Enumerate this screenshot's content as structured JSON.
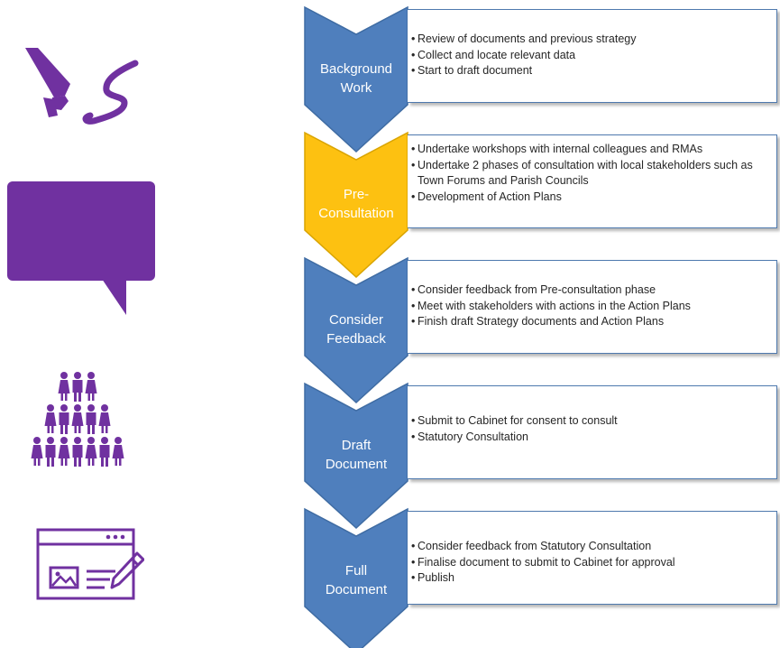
{
  "colors": {
    "chevron_blue": "#4f7fbd",
    "chevron_border": "#3f6ca3",
    "chevron_active": "#fdc111",
    "icon_purple": "#7031a0",
    "box_border": "#4e79ae"
  },
  "icons": [
    "pen-writing-icon",
    "speech-bubble-icon",
    "people-group-icon",
    "webpage-edit-icon"
  ],
  "stages": [
    {
      "label_lines": [
        "Background",
        "Work"
      ],
      "active": false,
      "items": [
        "Review of documents and previous strategy",
        "Collect and locate relevant data",
        "Start to draft document"
      ]
    },
    {
      "label_lines": [
        "Pre-",
        "Consultation"
      ],
      "active": true,
      "items": [
        "Undertake workshops with internal colleagues and RMAs",
        "Undertake 2 phases of consultation with local stakeholders such as Town Forums and Parish Councils",
        "Development of Action Plans"
      ]
    },
    {
      "label_lines": [
        "Consider",
        "Feedback"
      ],
      "active": false,
      "items": [
        "Consider feedback from Pre-consultation phase",
        "Meet with stakeholders with actions in the Action Plans",
        "Finish draft Strategy documents and Action Plans"
      ]
    },
    {
      "label_lines": [
        "Draft",
        "Document"
      ],
      "active": false,
      "items": [
        "Submit to Cabinet for consent to consult",
        "Statutory Consultation"
      ]
    },
    {
      "label_lines": [
        "Full",
        "Document"
      ],
      "active": false,
      "items": [
        "Consider feedback from Statutory Consultation",
        "Finalise document to submit to Cabinet for approval",
        "Publish"
      ]
    }
  ]
}
